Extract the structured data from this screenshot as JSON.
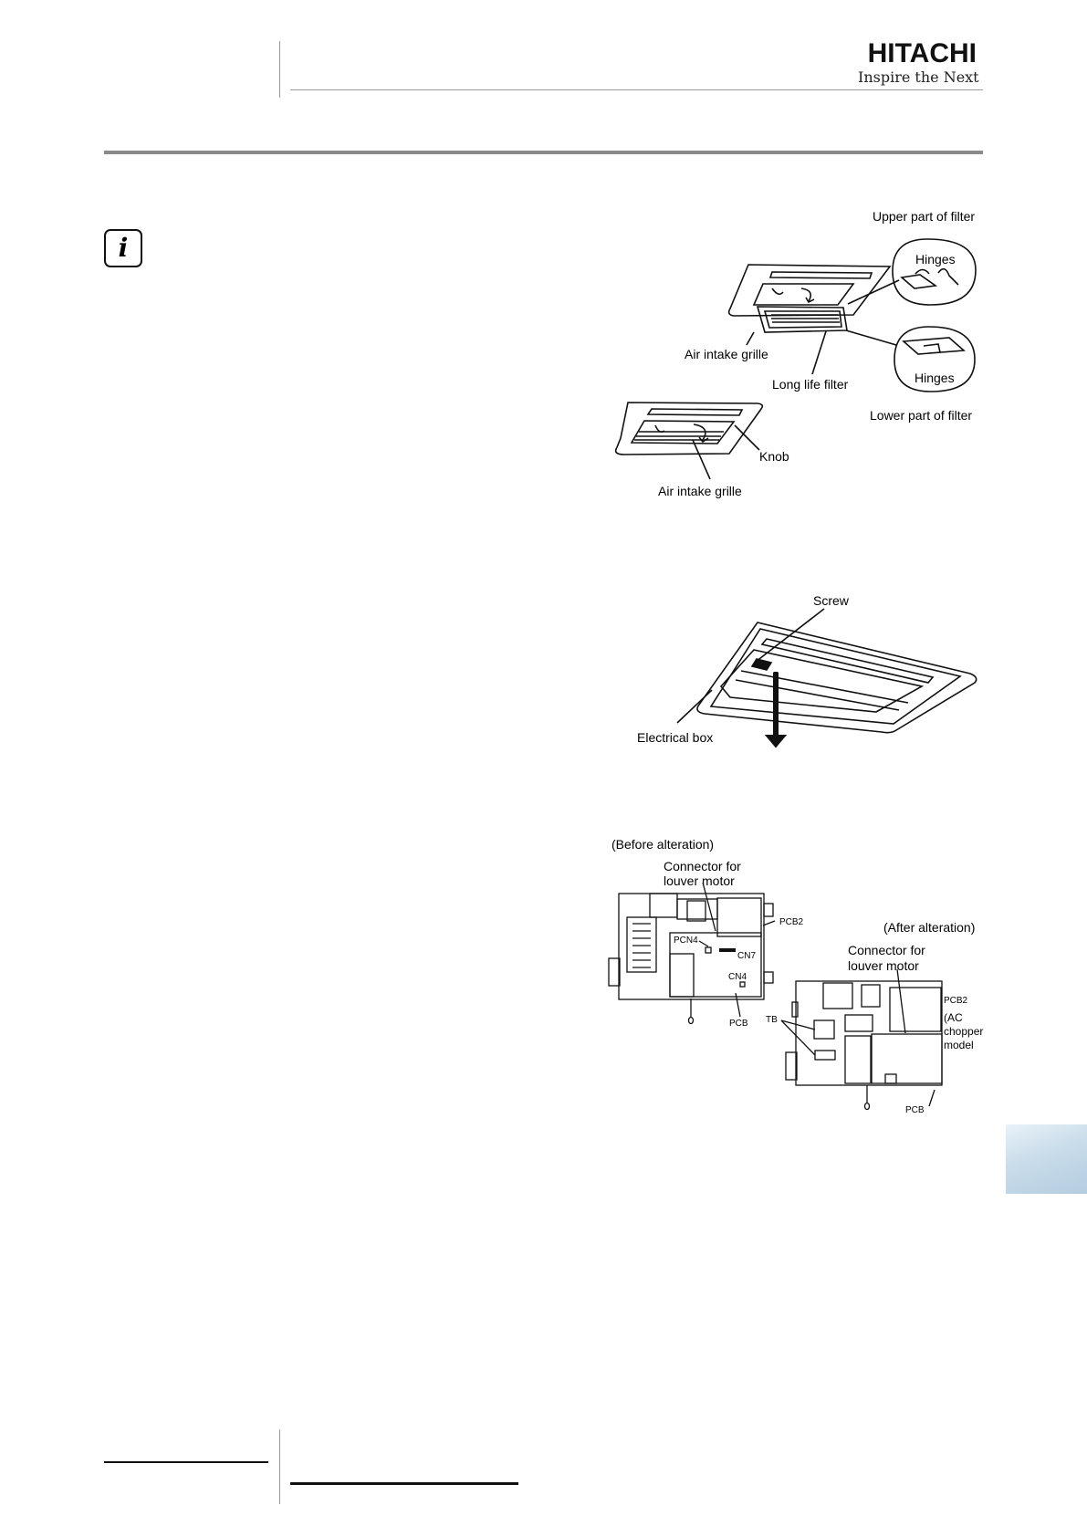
{
  "header": {
    "brand_name": "HITACHI",
    "brand_tagline": "Inspire the Next"
  },
  "note_icon": "info-icon",
  "figure_filter": {
    "upper_part": "Upper part of filter",
    "hinges_top": "Hinges",
    "air_intake_grille_1": "Air intake grille",
    "long_life_filter": "Long life filter",
    "hinges_bottom": "Hinges",
    "lower_part": "Lower part of filter",
    "knob": "Knob",
    "air_intake_grille_2": "Air intake grille"
  },
  "figure_electrical": {
    "screw": "Screw",
    "electrical_box": "Electrical box"
  },
  "figure_alteration": {
    "before": "(Before alteration)",
    "connector_before_line1": "Connector for",
    "connector_before_line2": "louver motor",
    "pcb2_before": "PCB2",
    "pcn4": "PCN4",
    "cn7": "CN7",
    "cn4": "CN4",
    "pcb_before": "PCB",
    "after": "(After alteration)",
    "connector_after_line1": "Connector for",
    "connector_after_line2": "louver motor",
    "pcb2_after": "PCB2",
    "ac_line1": "(AC",
    "ac_line2": "chopper",
    "ac_line3": "model",
    "tb": "TB",
    "pcb_after": "PCB"
  },
  "colors": {
    "rule": "#8a8a8a",
    "side_tab": "#c9dcea"
  }
}
